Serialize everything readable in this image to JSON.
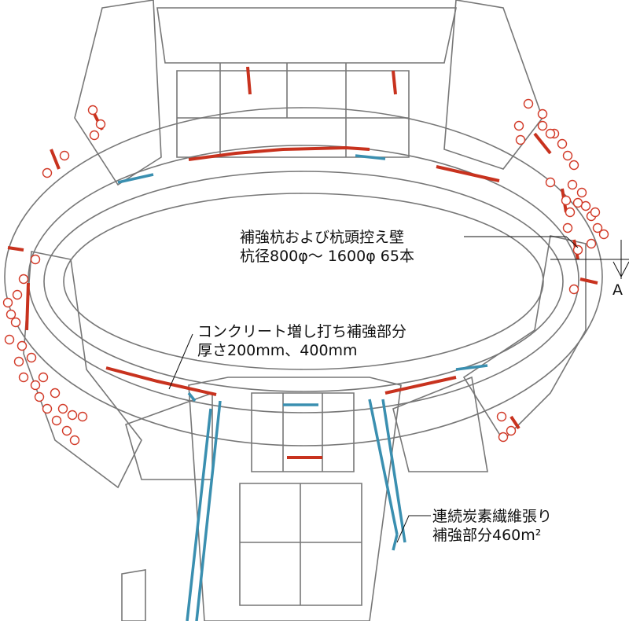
{
  "annotations": {
    "piles": {
      "line1": "補強杭および杭頭控え壁",
      "line2": "杭径800φ～ 1600φ 65本"
    },
    "section_mark": "A",
    "concrete": {
      "line1": "コンクリート増し打ち補強部分",
      "line2": "厚さ200mm、400mm"
    },
    "carbon": {
      "line1": "連続炭素繊維張り",
      "line2": "補強部分460m²"
    }
  },
  "colors": {
    "wall": "#777777",
    "concrete_reinforcement": "#c8321e",
    "carbon_fiber": "#3a8fb0",
    "pile": "#d23a28"
  }
}
